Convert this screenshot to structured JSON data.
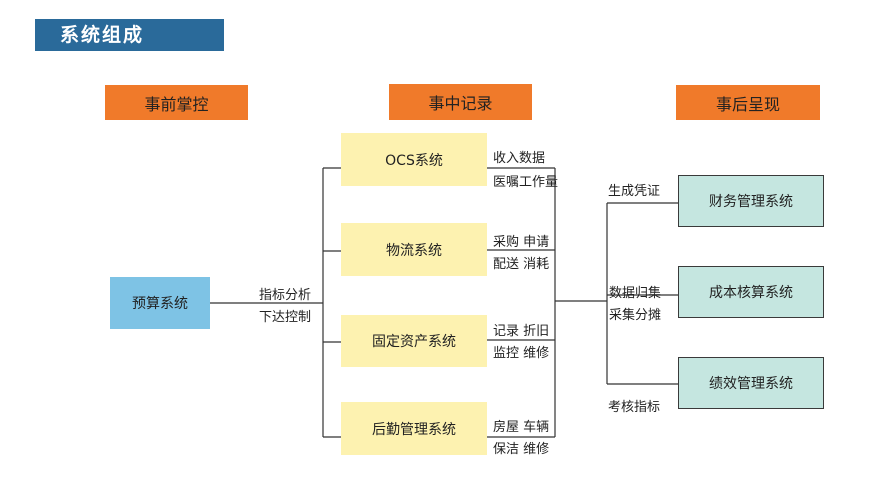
{
  "section_title": "系统组成",
  "headers": {
    "before": "事前掌控",
    "during": "事中记录",
    "after": "事后呈现"
  },
  "budget": {
    "label": "预算系统",
    "note1": "指标分析",
    "note2": "下达控制"
  },
  "subsystems": [
    {
      "label": "OCS系统",
      "note1": "收入数据",
      "note2": "医嘱工作量"
    },
    {
      "label": "物流系统",
      "note1": "采购 申请",
      "note2": "配送 消耗"
    },
    {
      "label": "固定资产系统",
      "note1": "记录 折旧",
      "note2": "监控 维修"
    },
    {
      "label": "后勤管理系统",
      "note1": "房屋 车辆",
      "note2": "保洁 维修"
    }
  ],
  "outputs": [
    {
      "label": "财务管理系统",
      "note": "生成凭证"
    },
    {
      "label": "成本核算系统",
      "note1": "数据归集",
      "note2": "采集分摊"
    },
    {
      "label": "绩效管理系统",
      "note": "考核指标"
    }
  ],
  "colors": {
    "title_bg": "#2a6a9a",
    "header": "#f07a2a",
    "subsystem": "#fdf2b0",
    "output": "#c5e6e0",
    "budget": "#7ec3e5"
  }
}
